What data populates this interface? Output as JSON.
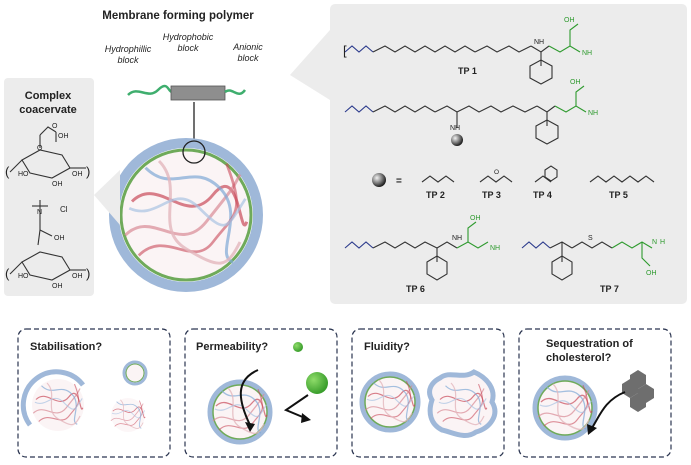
{
  "polymer": {
    "title": "Membrane forming polymer",
    "hydrophilic": "Hydrophillic block",
    "hydrophobic": "Hydrophobic block",
    "anionic": "Anionic block"
  },
  "coacervate": {
    "title_line1": "Complex",
    "title_line2": "coacervate",
    "cl": "Cl",
    "top_labels": [
      "OH",
      "HO",
      "OH"
    ],
    "bottom_labels": [
      "OH",
      "HO",
      "OH"
    ]
  },
  "structures": {
    "tp1": "TP 1",
    "tp2": "TP 2",
    "tp3": "TP 3",
    "tp4": "TP 4",
    "tp5": "TP 5",
    "tp6": "TP 6",
    "tp7": "TP 7",
    "equals": "=",
    "oh": "OH",
    "nh": "NH",
    "n": "N",
    "h": "H",
    "s": "S",
    "o": "O"
  },
  "panels": [
    {
      "line1": "Stabilisation?",
      "line2": ""
    },
    {
      "line1": "Permeability?",
      "line2": ""
    },
    {
      "line1": "Fluidity?",
      "line2": ""
    },
    {
      "line1": "Sequestration of",
      "line2": "cholesterol?"
    }
  ],
  "colors": {
    "membrane_blue": "#9fb8d9",
    "membrane_green": "#6faa5a",
    "chain_red": "#c94a5a",
    "chain_blue": "#7fa8d6",
    "polymer_green": "#3fae6e",
    "panel_bg": "#ececec"
  }
}
